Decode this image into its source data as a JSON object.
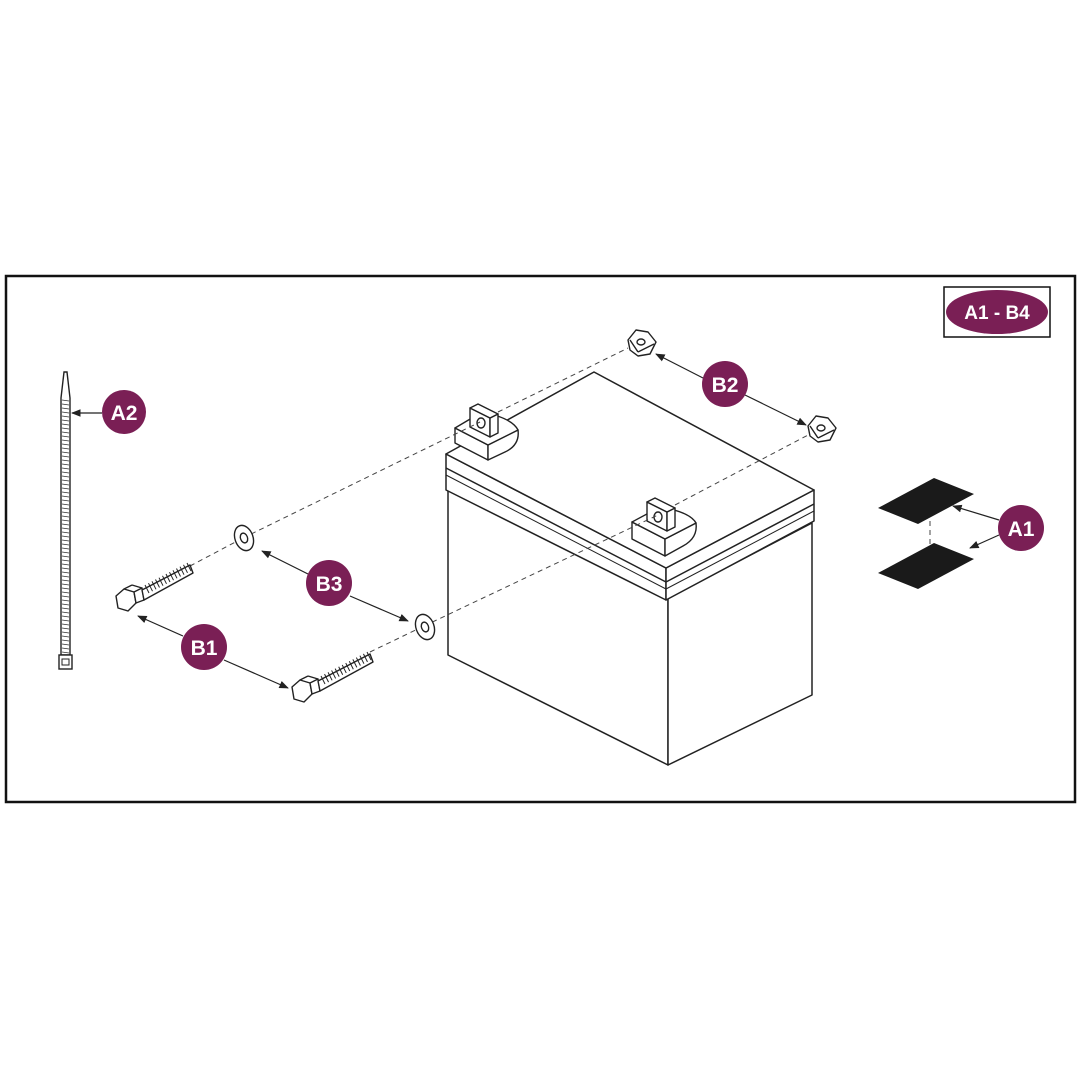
{
  "kit_badge": {
    "label": "A1 - B4"
  },
  "callouts": {
    "a1": {
      "label": "A1"
    },
    "a2": {
      "label": "A2"
    },
    "b1": {
      "label": "B1"
    },
    "b2": {
      "label": "B2"
    },
    "b3": {
      "label": "B3"
    }
  },
  "colors": {
    "callout_fill": "#7a1f55",
    "callout_text": "#ffffff",
    "line": "#222222",
    "panel_border": "#111111",
    "pad_fill": "#1a1a1a"
  }
}
